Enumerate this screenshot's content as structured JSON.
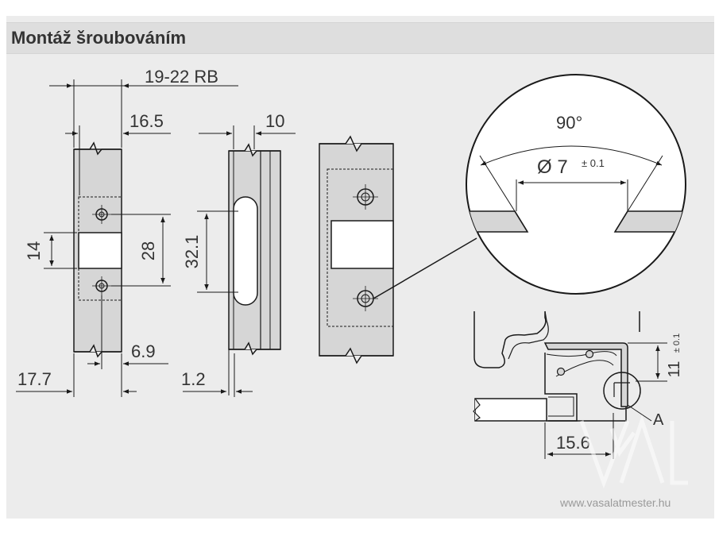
{
  "header": {
    "title": "Montáž šroubováním"
  },
  "dimensions": {
    "rb": "19-22 RB",
    "d16_5": "16.5",
    "d10": "10",
    "d14": "14",
    "d28": "28",
    "d32_1": "32.1",
    "d6_9": "6.9",
    "d17_7": "17.7",
    "d1_2": "1.2",
    "angle": "90°",
    "diameter": "Ø 7",
    "tolerance": "± 0.1",
    "d11": "11",
    "d11_tol": "± 0.1",
    "d15_6": "15.6",
    "detail_label": "A"
  },
  "watermark": {
    "url": "www.vasalatmester.hu"
  },
  "colors": {
    "background": "#ececec",
    "header": "#dedede",
    "part_fill": "#d6d6d6",
    "line": "#1a1a1a"
  }
}
